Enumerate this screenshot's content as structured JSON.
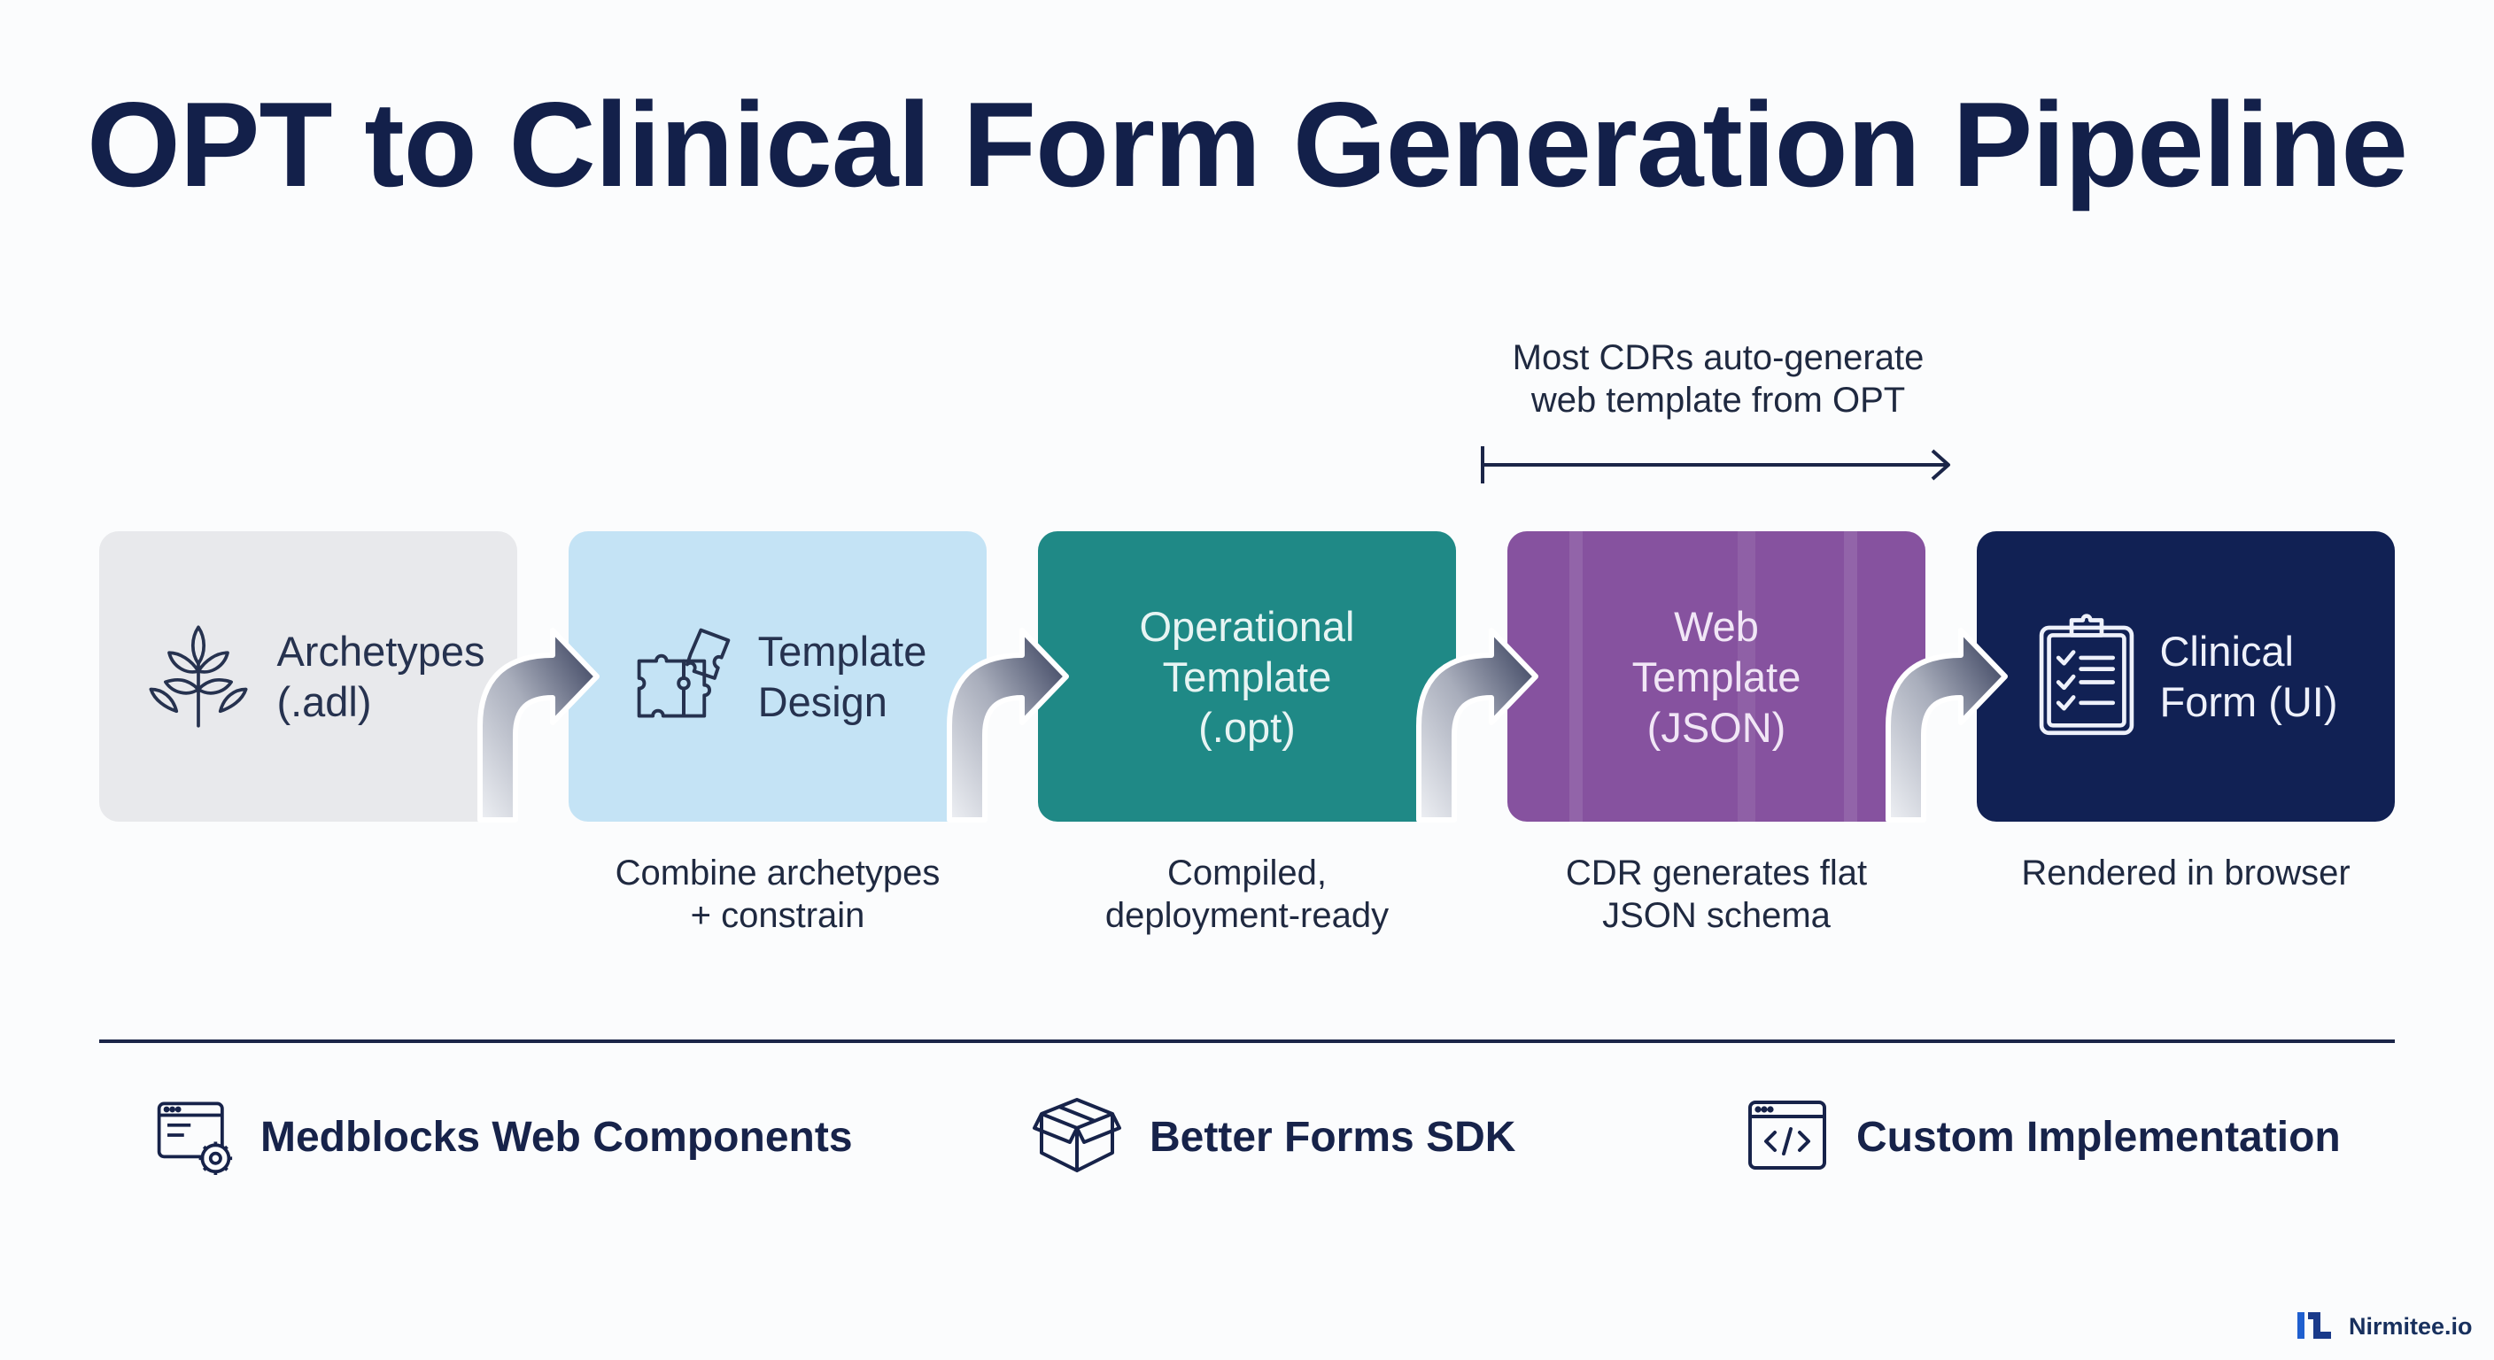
{
  "title": "OPT to Clinical Form Generation Pipeline",
  "note": {
    "text": "Most CDRs auto-generate\nweb template from OPT"
  },
  "stages": [
    {
      "label": "Archetypes\n(.adl)",
      "icon": "plant-icon",
      "desc": ""
    },
    {
      "label": "Template\nDesign",
      "icon": "puzzle-icon",
      "desc": "Combine archetypes\n+ constrain"
    },
    {
      "label": "Operational\nTemplate\n(.opt)",
      "icon": "",
      "desc": "Compiled,\ndeployment-ready"
    },
    {
      "label": "Web\nTemplate\n(JSON)",
      "icon": "",
      "desc": "CDR generates flat\nJSON schema"
    },
    {
      "label": "Clinical\nForm (UI)",
      "icon": "clipboard-icon",
      "desc": "Rendered in browser"
    }
  ],
  "implementations": [
    {
      "label": "Medblocks Web Components",
      "icon": "browser-gear-icon"
    },
    {
      "label": "Better Forms SDK",
      "icon": "box-icon"
    },
    {
      "label": "Custom Implementation",
      "icon": "code-window-icon"
    }
  ],
  "brand": {
    "name": "Nirmitee.io",
    "icon": "nirmitee-logo-icon"
  },
  "colors": {
    "archetypes": "#e8e9ec",
    "template_design": "#c4e3f5",
    "operational_template": "#1f8986",
    "web_template": "#86529f",
    "clinical_form": "#112154",
    "title": "#13204a"
  }
}
